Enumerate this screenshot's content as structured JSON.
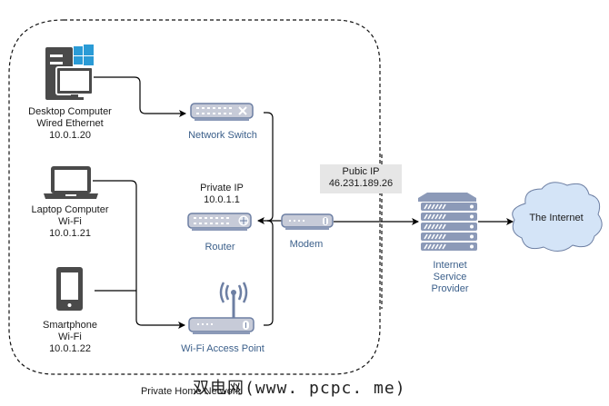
{
  "boundary": {
    "label": "Private Home Network"
  },
  "devices": {
    "desktop": {
      "lines": [
        "Desktop Computer",
        "Wired Ethernet",
        "10.0.1.20"
      ]
    },
    "laptop": {
      "lines": [
        "Laptop Computer",
        "Wi-Fi",
        "10.0.1.21"
      ]
    },
    "smartphone": {
      "lines": [
        "Smartphone",
        "Wi-Fi",
        "10.0.1.22"
      ]
    },
    "switch": {
      "label": "Network Switch"
    },
    "router": {
      "label": "Router",
      "ip_title": "Private IP",
      "ip": "10.0.1.1"
    },
    "access_point": {
      "label": "Wi-Fi Access Point"
    },
    "modem": {
      "label": "Modem"
    },
    "isp": {
      "lines": [
        "Internet",
        "Service",
        "Provider"
      ]
    },
    "internet": {
      "label": "The Internet"
    }
  },
  "public_ip": {
    "title": "Pubic IP",
    "ip": "46.231.189.26"
  },
  "watermark": "双电网(www. pcpc. me)",
  "colors": {
    "device_fill": "#c7cbd8",
    "device_stroke": "#6d7fa3",
    "icon_dark": "#4a4a4a",
    "windows_blue": "#2a9bd6",
    "cloud_fill": "#d4e4f7",
    "label_blue": "#3b5f8a",
    "ipbox_bg": "#e6e6e6"
  }
}
